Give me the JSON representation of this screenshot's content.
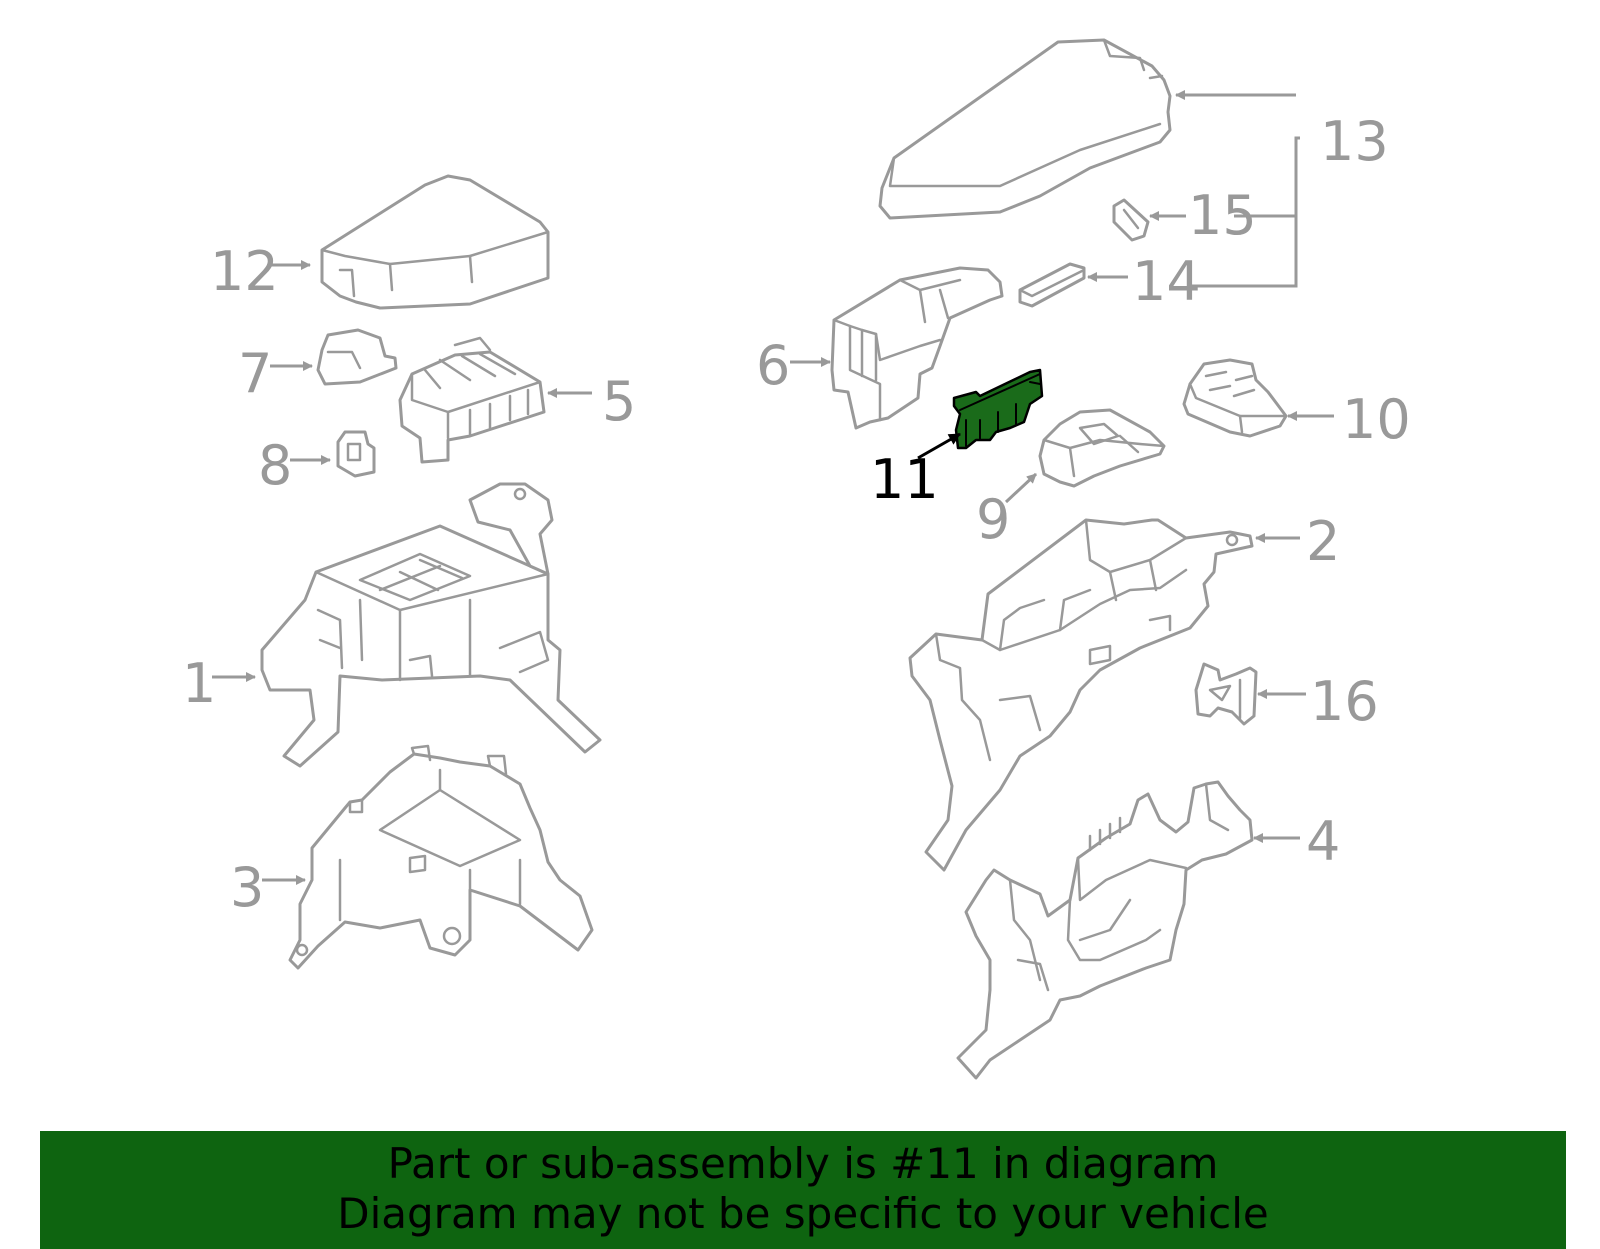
{
  "diagram": {
    "callouts": {
      "c1": "1",
      "c2": "2",
      "c3": "3",
      "c4": "4",
      "c5": "5",
      "c6": "6",
      "c7": "7",
      "c8": "8",
      "c9": "9",
      "c10": "10",
      "c11": "11",
      "c12": "12",
      "c13": "13",
      "c14": "14",
      "c15": "15",
      "c16": "16"
    },
    "highlighted_part": "11",
    "highlight_color": "#1a6b1a",
    "line_color": "#999999"
  },
  "banner": {
    "line1": "Part or sub-assembly is #11 in diagram",
    "line2": "Diagram may not be specific to your vehicle",
    "background_color": "#0e6410"
  }
}
